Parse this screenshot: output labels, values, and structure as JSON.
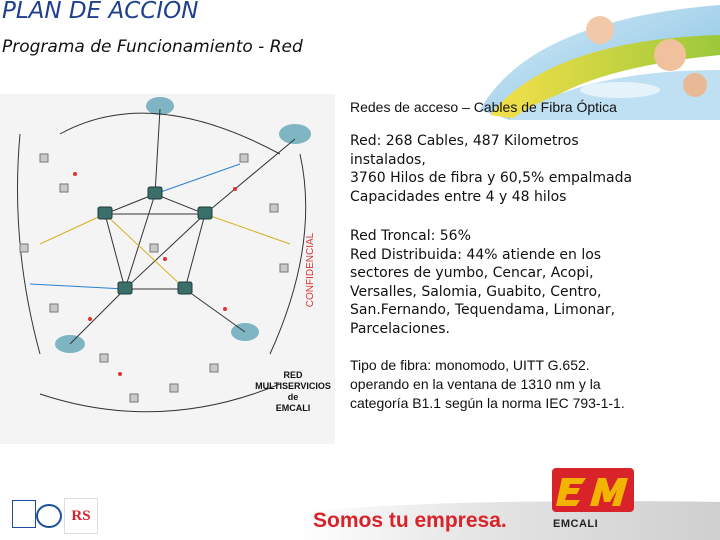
{
  "header": {
    "title": "PLAN DE ACCION",
    "subtitle": "Programa de Funcionamiento - Red"
  },
  "diagram": {
    "caption_line1": "RED MULTISERVICIOS",
    "caption_line2": "de",
    "caption_line3": "EMCALI",
    "stamp": "CONFIDENCIAL"
  },
  "content": {
    "heading": "Redes de acceso – Cables de Fibra Óptica",
    "para1": [
      "Red: 268 Cables, 487 Kilometros",
      "instalados,",
      "3760 Hilos de fibra y 60,5% empalmada",
      "Capacidades entre 4 y 48 hilos"
    ],
    "para2": [
      "Red Troncal: 56%",
      "Red Distribuida: 44% atiende en los",
      "sectores de yumbo, Cencar, Acopi,",
      "Versalles, Salomia, Guabito, Centro,",
      "San.Fernando, Tequendama, Limonar,",
      "Parcelaciones."
    ],
    "para3": [
      "Tipo de fibra: monomodo, UITT G.652.",
      "operando en la ventana de 1310 nm y la",
      "categoría B1.1 según la norma IEC 793-1-1."
    ]
  },
  "footer": {
    "slogan": "Somos tu empresa.",
    "brand": "EMCALI",
    "logo_rs": "RS"
  },
  "colors": {
    "title": "#1f3f8f",
    "accent_red": "#d9232a",
    "logo_yellow": "#f2b400"
  }
}
